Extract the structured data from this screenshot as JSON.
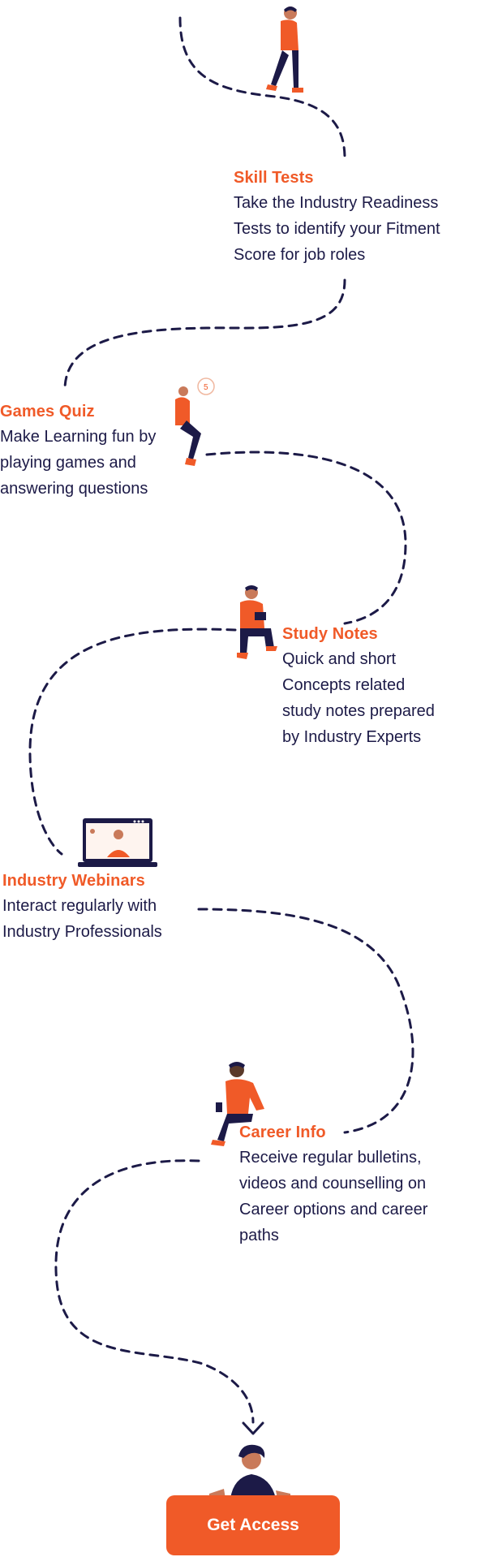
{
  "colors": {
    "accent": "#f05a28",
    "text": "#1c1a47",
    "path": "#1c1a47"
  },
  "steps": [
    {
      "title": "Skill Tests",
      "lines": [
        "Take the Industry Readiness",
        "Tests to identify your Fitment",
        "Score for job roles"
      ],
      "illustration": "walking-person-illustration"
    },
    {
      "title": "Games Quiz",
      "lines": [
        "Make Learning fun by",
        "playing games and",
        "answering questions"
      ],
      "illustration": "thinking-person-illustration"
    },
    {
      "title": "Study Notes",
      "lines": [
        "Quick and short",
        "Concepts related",
        "study notes prepared",
        "by Industry Experts"
      ],
      "illustration": "sitting-reader-illustration"
    },
    {
      "title": "Industry Webinars",
      "lines": [
        "Interact regularly with",
        "Industry Professionals"
      ],
      "illustration": "laptop-webinar-illustration"
    },
    {
      "title": "Career Info",
      "lines": [
        "Receive regular bulletins,",
        "videos and counselling on",
        "Career options and career",
        "paths"
      ],
      "illustration": "seated-professional-illustration"
    }
  ],
  "cta": {
    "label": "Get Access",
    "icon": "chevron-down-icon"
  }
}
